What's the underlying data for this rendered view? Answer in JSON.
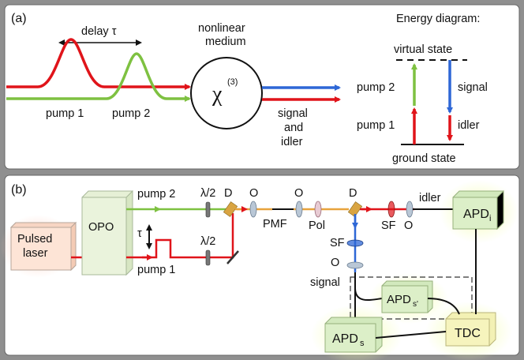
{
  "panel_a": {
    "label": "(a)",
    "delay": "delay τ",
    "pump1": "pump 1",
    "pump2": "pump 2",
    "medium_line1": "nonlinear",
    "medium_line2": "medium",
    "chi": "χ",
    "chi_sup": "(3)",
    "out_line1": "signal",
    "out_line2": "and",
    "out_line3": "idler",
    "energy_title": "Energy diagram:",
    "virtual_state": "virtual state",
    "ground_state": "ground state",
    "e_pump2": "pump 2",
    "e_pump1": "pump 1",
    "e_signal": "signal",
    "e_idler": "idler"
  },
  "panel_b": {
    "label": "(b)",
    "laser_line1": "Pulsed",
    "laser_line2": "laser",
    "opo": "OPO",
    "pump2": "pump 2",
    "pump1": "pump 1",
    "tau": "τ",
    "halfwave1": "λ/2",
    "halfwave2": "λ/2",
    "D1": "D",
    "O1": "O",
    "O2": "O",
    "PMF": "PMF",
    "Pol": "Pol",
    "D2": "D",
    "SF_right": "SF",
    "O_right": "O",
    "idler": "idler",
    "SF_down": "SF",
    "O_down": "O",
    "signal": "signal",
    "apdi": "APD",
    "apdi_sub": "i",
    "apds_prime": "APD",
    "apds_prime_sub": "s'",
    "apds": "APD",
    "apds_sub": "s",
    "tdc": "TDC"
  },
  "colors": {
    "red": "#e0141a",
    "green": "#7ec141",
    "blue": "#2e67d6",
    "orange": "#e8a33c"
  }
}
